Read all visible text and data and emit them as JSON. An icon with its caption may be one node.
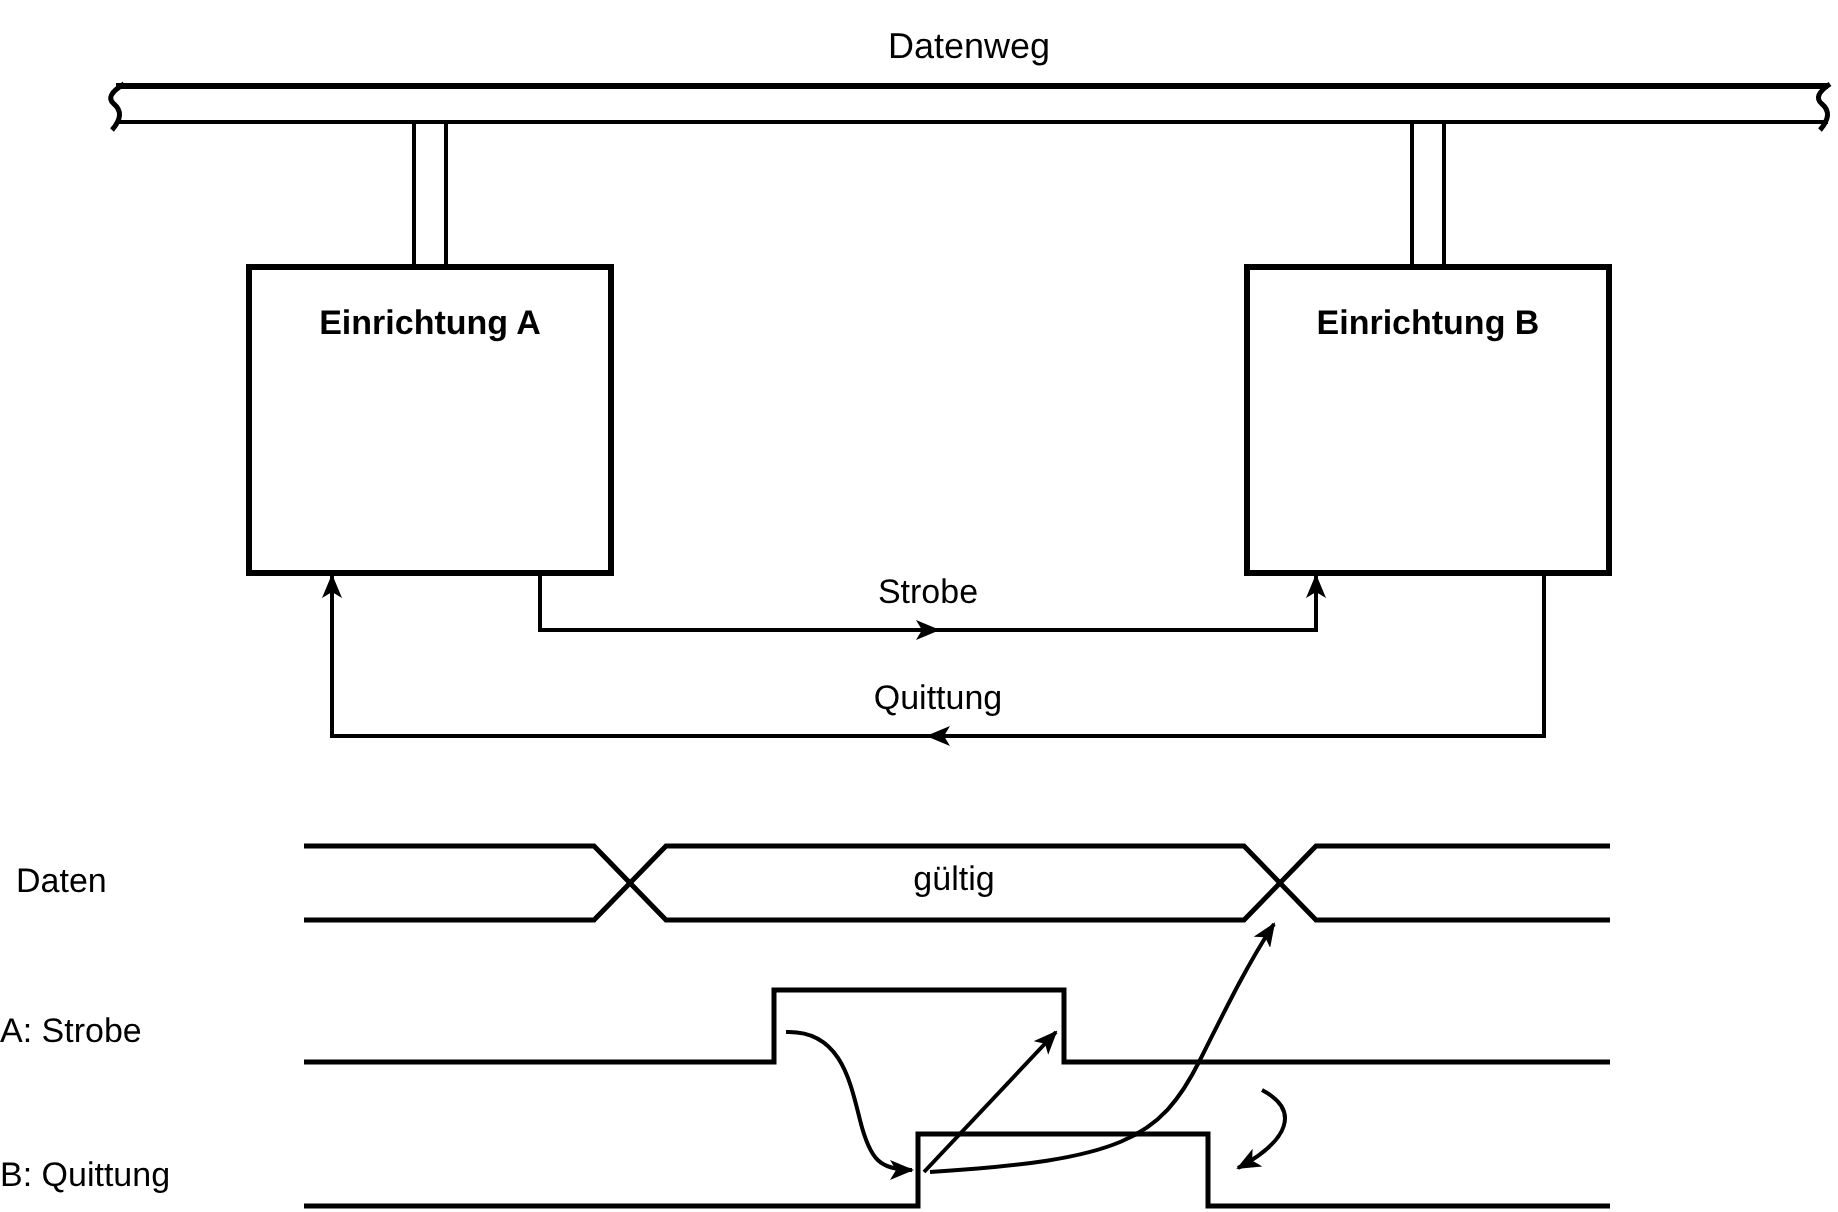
{
  "diagram": {
    "nodes": [
      {
        "text": [
          "Datenweg"
        ]
      },
      {
        "text": [
          "Einrichtung A"
        ]
      },
      {
        "text": [
          "Einrichtung B"
        ]
      }
    ],
    "edges": [
      {
        "from": 0,
        "to": 1,
        "arrow": "none"
      },
      {
        "from": 0,
        "to": 2,
        "arrow": "none"
      },
      {
        "from": 1,
        "to": 2,
        "arrow": "to",
        "label": "Strobe"
      },
      {
        "from": 2,
        "to": 1,
        "arrow": "to",
        "label": "Quittung"
      }
    ],
    "labels": [
      "Daten",
      "gültig",
      "A: Strobe",
      "B: Quittung"
    ]
  }
}
